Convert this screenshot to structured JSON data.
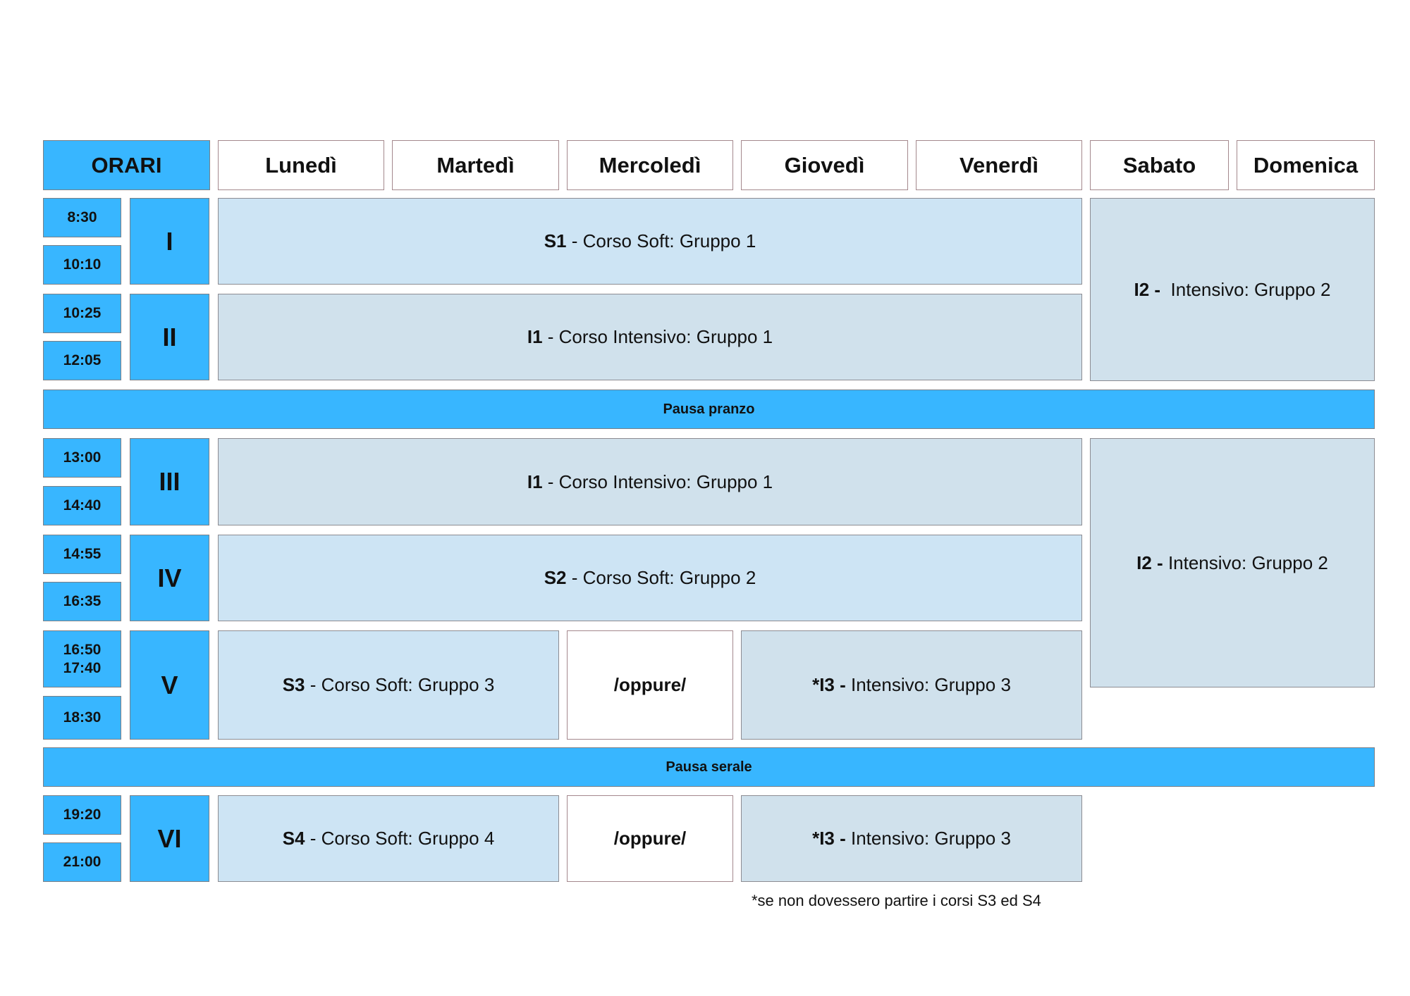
{
  "header": {
    "orari": "ORARI",
    "days": [
      "Lunedì",
      "Martedì",
      "Mercoledì",
      "Giovedì",
      "Venerdì",
      "Sabato",
      "Domenica"
    ]
  },
  "slots": [
    {
      "roman": "I",
      "start": "8:30",
      "end": "10:10"
    },
    {
      "roman": "II",
      "start": "10:25",
      "end": "12:05"
    },
    {
      "roman": "III",
      "start": "13:00",
      "end": "14:40"
    },
    {
      "roman": "IV",
      "start": "14:55",
      "end": "16:35"
    },
    {
      "roman": "V",
      "start_a": "16:50",
      "start_b": "17:40",
      "end": "18:30"
    },
    {
      "roman": "VI",
      "start": "19:20",
      "end": "21:00"
    }
  ],
  "pauses": {
    "lunch": "Pausa pranzo",
    "evening": "Pausa serale"
  },
  "courses": {
    "s1": {
      "code": "S1",
      "text": " - Corso Soft: Gruppo 1"
    },
    "i1a": {
      "code": "I1",
      "text": " - Corso Intensivo: Gruppo 1"
    },
    "i2a": {
      "code": "I2 -",
      "text": "  Intensivo: Gruppo 2"
    },
    "i1b": {
      "code": "I1",
      "text": " - Corso Intensivo: Gruppo 1"
    },
    "s2": {
      "code": "S2",
      "text": " - Corso Soft: Gruppo 2"
    },
    "i2b": {
      "code": "I2 -",
      "text": " Intensivo: Gruppo 2"
    },
    "s3": {
      "code": "S3",
      "text": " - Corso Soft: Gruppo 3"
    },
    "i3a": {
      "code": "*I3 -",
      "text": " Intensivo: Gruppo 3"
    },
    "s4": {
      "code": "S4",
      "text": " - Corso Soft: Gruppo 4"
    },
    "i3b": {
      "code": "*I3 -",
      "text": " Intensivo: Gruppo 3"
    }
  },
  "oppure": "/oppure/",
  "footnote": "*se non dovessero partire i corsi S3 ed S4"
}
